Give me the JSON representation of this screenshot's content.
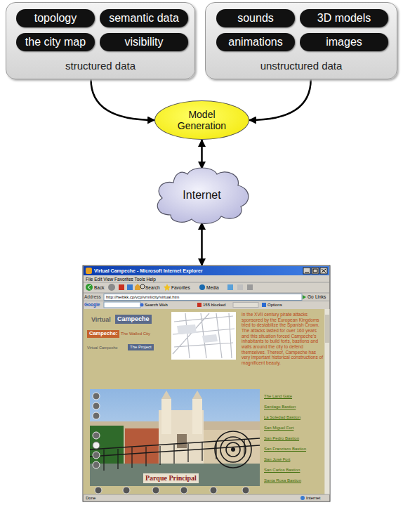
{
  "diagram": {
    "nodes": [
      {
        "text": [
          "structured data"
        ]
      },
      {
        "text": [
          "topology"
        ],
        "in": 0
      },
      {
        "text": [
          "semantic data"
        ],
        "in": 0
      },
      {
        "text": [
          "the city map"
        ],
        "in": 0
      },
      {
        "text": [
          "visibility"
        ],
        "in": 0
      },
      {
        "text": [
          "unstructured data"
        ]
      },
      {
        "text": [
          "sounds"
        ],
        "in": 5
      },
      {
        "text": [
          "3D models"
        ],
        "in": 5
      },
      {
        "text": [
          "animations"
        ],
        "in": 5
      },
      {
        "text": [
          "images"
        ],
        "in": 5
      },
      {
        "text": [
          "Model Generation"
        ]
      },
      {
        "text": [
          "Internet"
        ]
      },
      {
        "text": [
          "Virtual Campeche - Microsoft Internet Explorer"
        ]
      }
    ],
    "edges": [
      {
        "from": 0,
        "to": 10,
        "arrow": "to"
      },
      {
        "from": 5,
        "to": 10,
        "arrow": "to"
      },
      {
        "from": 10,
        "to": 11,
        "arrow": "both"
      },
      {
        "from": 11,
        "to": 12,
        "arrow": "both"
      }
    ],
    "labels": [
      "File Edit View Favorites Tools Help",
      "Back",
      "Search",
      "Favorites",
      "Media",
      "Address",
      "http://heibkk.cp/vcp/vrml/city/virtual.htm",
      "Go",
      "Links",
      "Google",
      "Search Web",
      "155 blocked",
      "Options",
      "Virtual",
      "Campeche",
      "Campeche:",
      "The Walled City",
      "Virtual Campeche",
      "The Project",
      "In the XVII century pirate attacks sponsored by the European Kingdoms tried to destabilize the Spanish Crown. The attacks lasted for over 160 years and this situation forced Campeche's inhabitants to build forts, bastions and walls around the city to defend themselves. Thereof, Campeche has very important historical constructions of magnificent beauty.",
      "The Land Gate",
      "Santiago Bastion",
      "La Soledad Bastion",
      "San Miguel Fort",
      "San Pedro Bastion",
      "San Francisco Bastion",
      "San José Fort",
      "San Carlos Bastion",
      "Santa Rosa Bastion",
      "Parque Principal",
      "Done",
      "Internet"
    ]
  }
}
